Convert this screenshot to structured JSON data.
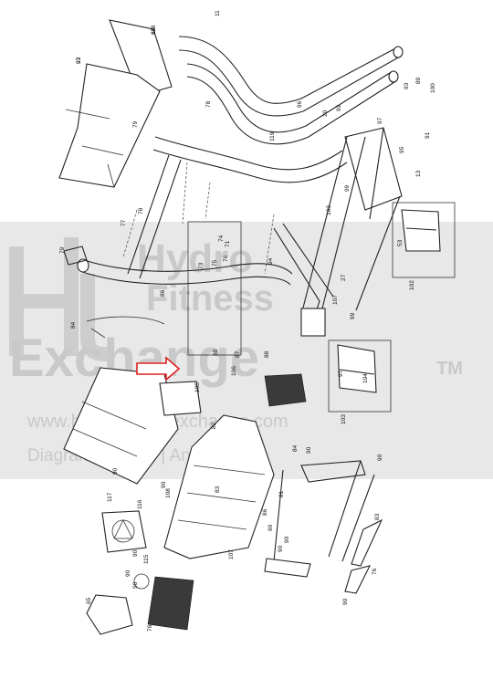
{
  "watermark": {
    "word_hydro": "Hydro",
    "word_fitness": "Fitness",
    "word_exchange": "Exchange",
    "trademark": "TM",
    "url": "www.hydrafitnessexchange.com",
    "tagline": "Diagrams | Parts | And More"
  },
  "colors": {
    "line": "#222222",
    "watermark": "#c9c9c9",
    "band": "#d6d6d6",
    "arrow": "#e02020"
  },
  "callouts": [
    "23",
    "118",
    "11",
    "78",
    "79",
    "119",
    "77",
    "78",
    "79",
    "84",
    "20",
    "73",
    "74",
    "75",
    "76",
    "80",
    "71",
    "96",
    "94",
    "86",
    "93",
    "89",
    "100",
    "91",
    "92",
    "95",
    "13",
    "97",
    "99",
    "104",
    "103",
    "27",
    "53",
    "102",
    "106",
    "107",
    "99",
    "97",
    "103",
    "105",
    "87",
    "88",
    "117",
    "116",
    "90",
    "82",
    "84",
    "90",
    "90",
    "90",
    "83",
    "108",
    "81",
    "86",
    "90",
    "90",
    "90",
    "115",
    "90",
    "90",
    "107",
    "90",
    "83",
    "90",
    "76",
    "76",
    "65",
    "97",
    "68"
  ]
}
